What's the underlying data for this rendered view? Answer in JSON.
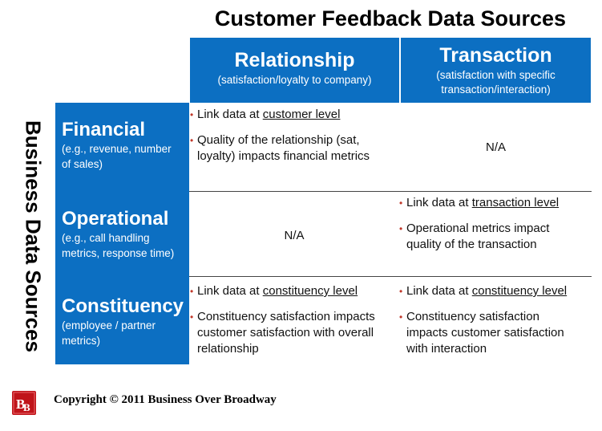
{
  "title": "Customer Feedback Data Sources",
  "side_label": "Business Data Sources",
  "columns": [
    {
      "heading": "Relationship",
      "sub": "(satisfaction/loyalty to company)"
    },
    {
      "heading": "Transaction",
      "sub1": "(satisfaction with specific",
      "sub2": "transaction/interaction)"
    }
  ],
  "rows": [
    {
      "heading": "Financial",
      "sub1": "(e.g., revenue, number",
      "sub2": "of sales)"
    },
    {
      "heading": "Operational",
      "sub1": "(e.g., call handling",
      "sub2": "metrics, response time)"
    },
    {
      "heading": "Constituency",
      "sub1": "(employee / partner",
      "sub2": "metrics)"
    }
  ],
  "cells": {
    "fin_rel_1_pre": "Link data at ",
    "fin_rel_1_u": "customer level",
    "fin_rel_2a": "Quality of the relationship (sat,",
    "fin_rel_2b": "loyalty)  impacts financial metrics",
    "fin_tra": "N/A",
    "ops_rel": "N/A",
    "ops_tra_1_pre": "Link data at ",
    "ops_tra_1_u": "transaction level",
    "ops_tra_2a": "Operational metrics impact",
    "ops_tra_2b": "quality of the transaction",
    "con_rel_1_pre": "Link data at ",
    "con_rel_1_u": "constituency level",
    "con_rel_2a": "Constituency satisfaction impacts",
    "con_rel_2b": "customer satisfaction with overall",
    "con_rel_2c": "relationship",
    "con_tra_1_pre": "Link data at ",
    "con_tra_1_u": "constituency level",
    "con_tra_2a": "Constituency satisfaction",
    "con_tra_2b": "impacts customer satisfaction",
    "con_tra_2c": "with interaction"
  },
  "footer": {
    "logo_text": "BB",
    "copyright": "Copyright © 2011 Business Over Broadway"
  },
  "colors": {
    "header_blue": "#0c6fc2",
    "bullet_red": "#c0392b",
    "logo_red": "#c0141a"
  }
}
